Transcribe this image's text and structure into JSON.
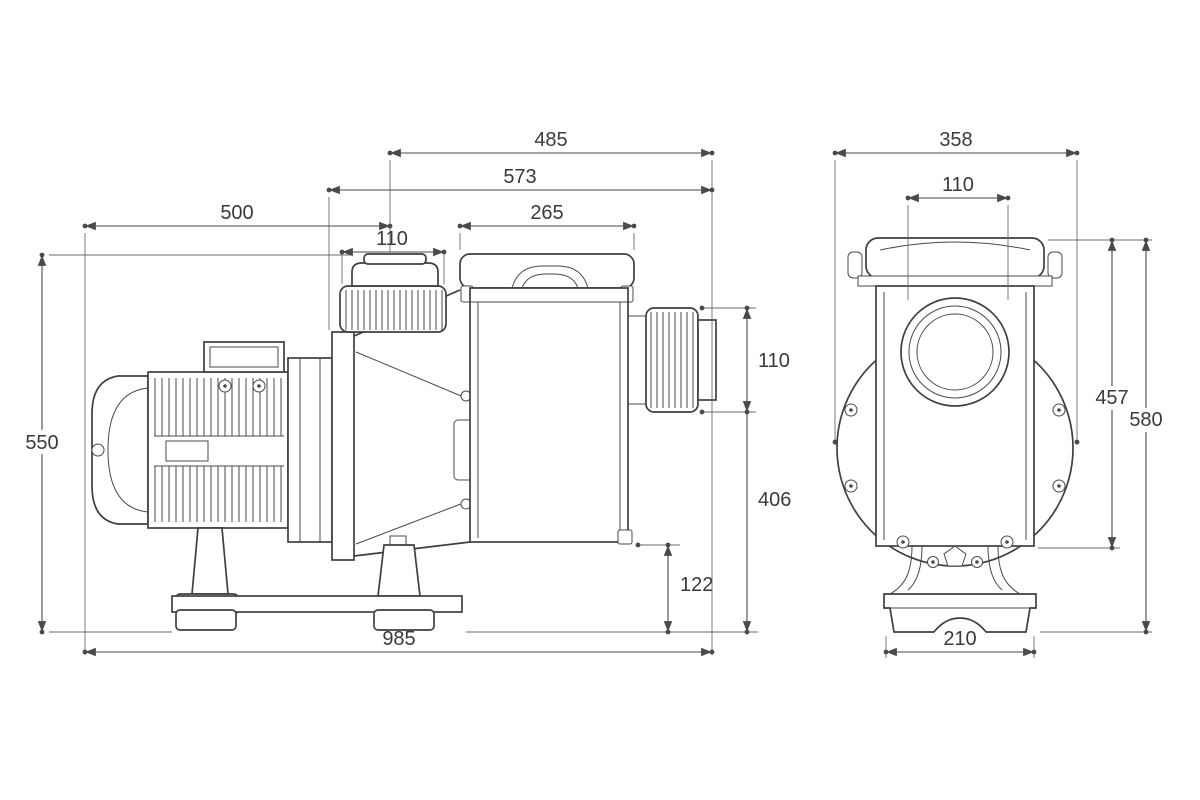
{
  "drawing": {
    "background": "#ffffff",
    "line_color": "#3f3f3f",
    "dim_color": "#4a4a4a",
    "subject": "pool pump dimension drawing"
  },
  "dimensions": {
    "side": {
      "top_485": "485",
      "top_573": "573",
      "top_500": "500",
      "top_265": "265",
      "union_110": "110",
      "height_550": "550",
      "outlet_110": "110",
      "outlet_height_406": "406",
      "base_122": "122",
      "length_985": "985"
    },
    "front": {
      "width_358": "358",
      "inlet_110": "110",
      "body_height_457": "457",
      "total_height_580": "580",
      "base_width_210": "210"
    }
  }
}
